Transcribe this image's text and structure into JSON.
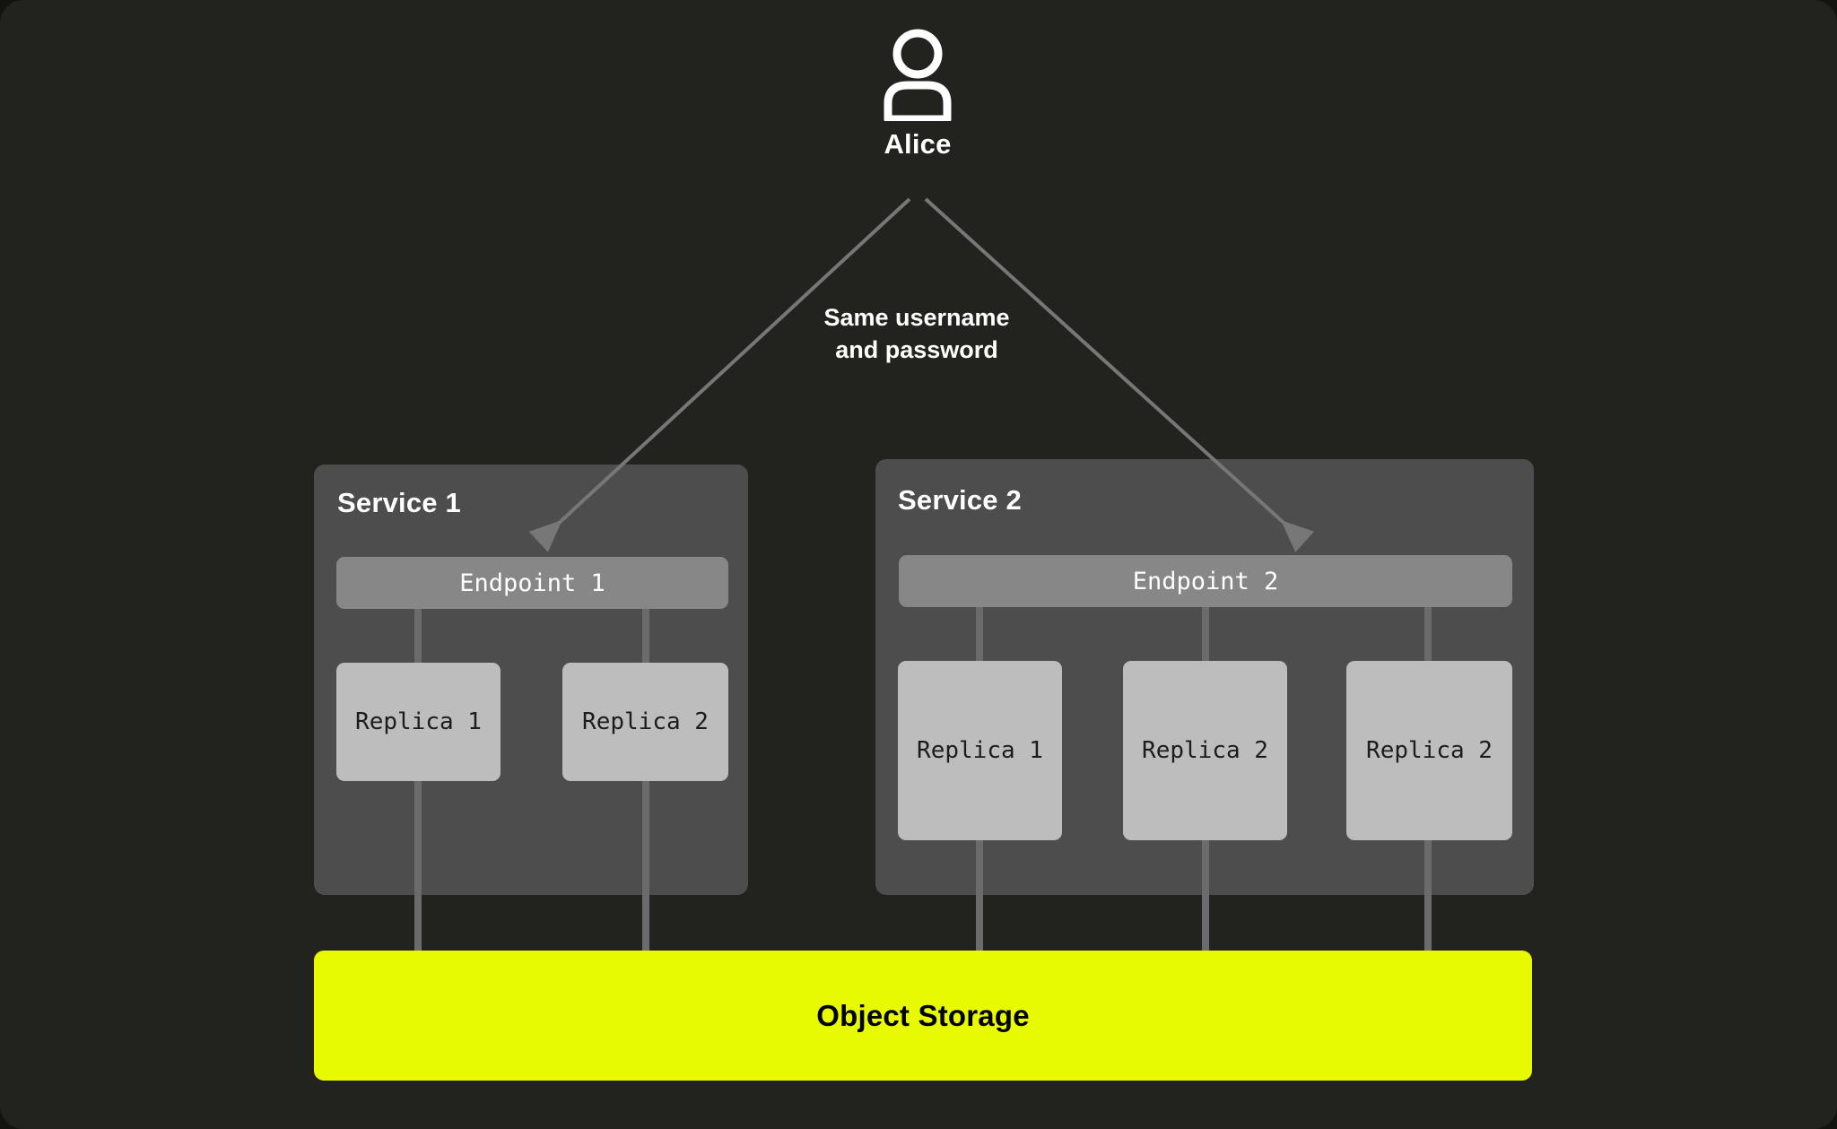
{
  "diagram": {
    "background_color": "#22231e",
    "actor": {
      "icon": "user-person-icon",
      "name": "Alice"
    },
    "edge_caption": {
      "line1": "Same username",
      "line2": "and password"
    },
    "services": [
      {
        "title": "Service 1",
        "endpoint": {
          "label": "Endpoint 1"
        },
        "replicas": [
          {
            "label": "Replica 1"
          },
          {
            "label": "Replica 2"
          }
        ]
      },
      {
        "title": "Service 2",
        "endpoint": {
          "label": "Endpoint 2"
        },
        "replicas": [
          {
            "label": "Replica 1"
          },
          {
            "label": "Replica 2"
          },
          {
            "label": "Replica 2"
          }
        ]
      }
    ],
    "storage": {
      "label": "Object Storage",
      "color": "#e8fa00"
    },
    "colors": {
      "panel": "#4d4d4d",
      "endpoint": "#878787",
      "replica": "#bdbdbd",
      "connector": "#6b6b6b",
      "text_light": "#ffffff",
      "text_dark": "#1c1c1c"
    }
  }
}
